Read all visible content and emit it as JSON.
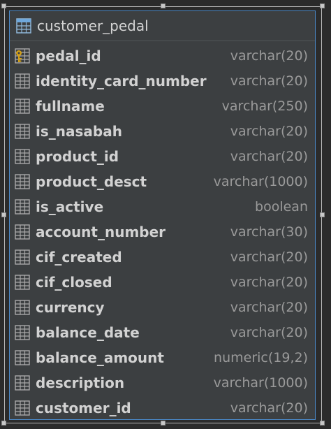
{
  "table": {
    "name": "customer_pedal",
    "columns": [
      {
        "name": "pedal_id",
        "type": "varchar(20)",
        "icon": "primary-key-column-icon"
      },
      {
        "name": "identity_card_number",
        "type": "varchar(20)",
        "icon": "column-icon"
      },
      {
        "name": "fullname",
        "type": "varchar(250)",
        "icon": "column-icon"
      },
      {
        "name": "is_nasabah",
        "type": "varchar(20)",
        "icon": "column-icon"
      },
      {
        "name": "product_id",
        "type": "varchar(20)",
        "icon": "column-icon"
      },
      {
        "name": "product_desct",
        "type": "varchar(1000)",
        "icon": "column-icon"
      },
      {
        "name": "is_active",
        "type": "boolean",
        "icon": "column-icon"
      },
      {
        "name": "account_number",
        "type": "varchar(30)",
        "icon": "column-icon"
      },
      {
        "name": "cif_created",
        "type": "varchar(20)",
        "icon": "column-icon"
      },
      {
        "name": "cif_closed",
        "type": "varchar(20)",
        "icon": "column-icon"
      },
      {
        "name": "currency",
        "type": "varchar(20)",
        "icon": "column-icon"
      },
      {
        "name": "balance_date",
        "type": "varchar(20)",
        "icon": "column-icon"
      },
      {
        "name": "balance_amount",
        "type": "numeric(19,2)",
        "icon": "column-icon"
      },
      {
        "name": "description",
        "type": "varchar(1000)",
        "icon": "column-icon"
      },
      {
        "name": "customer_id",
        "type": "varchar(20)",
        "icon": "column-icon"
      }
    ]
  },
  "colors": {
    "background": "#2b2b2b",
    "panel": "#3c3f41",
    "selection_border": "#4a88c7",
    "name_text": "#d2d2d2",
    "type_text": "#9a9a9a",
    "key_accent": "#d4a017"
  }
}
